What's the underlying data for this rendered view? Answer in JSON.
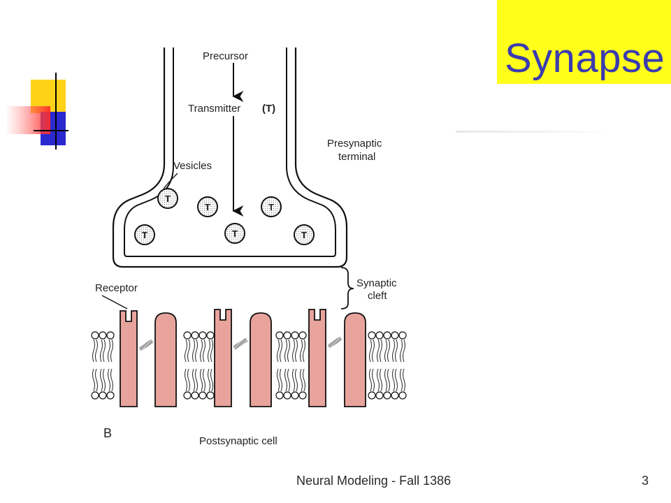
{
  "slide": {
    "title": "Synapse",
    "footer": "Neural Modeling - Fall 1386",
    "page_number": "3"
  },
  "diagram": {
    "labels": {
      "precursor": "Precursor",
      "transmitter": "Transmitter",
      "transmitter_symbol": "(T)",
      "presynaptic_line1": "Presynaptic",
      "presynaptic_line2": "terminal",
      "vesicles": "Vesicles",
      "vesicle_symbol": "T",
      "receptor": "Receptor",
      "cleft_line1": "Synaptic",
      "cleft_line2": "cleft",
      "panel_letter": "B",
      "postsynaptic": "Postsynaptic cell"
    }
  },
  "colors": {
    "title_bg": "#ffff1a",
    "title_text": "#3b3bb0",
    "channel_fill": "#e8a49c",
    "deco_yellow": "#ffd21a",
    "deco_blue": "#2a2ad0",
    "deco_red": "#ff3b3b"
  }
}
